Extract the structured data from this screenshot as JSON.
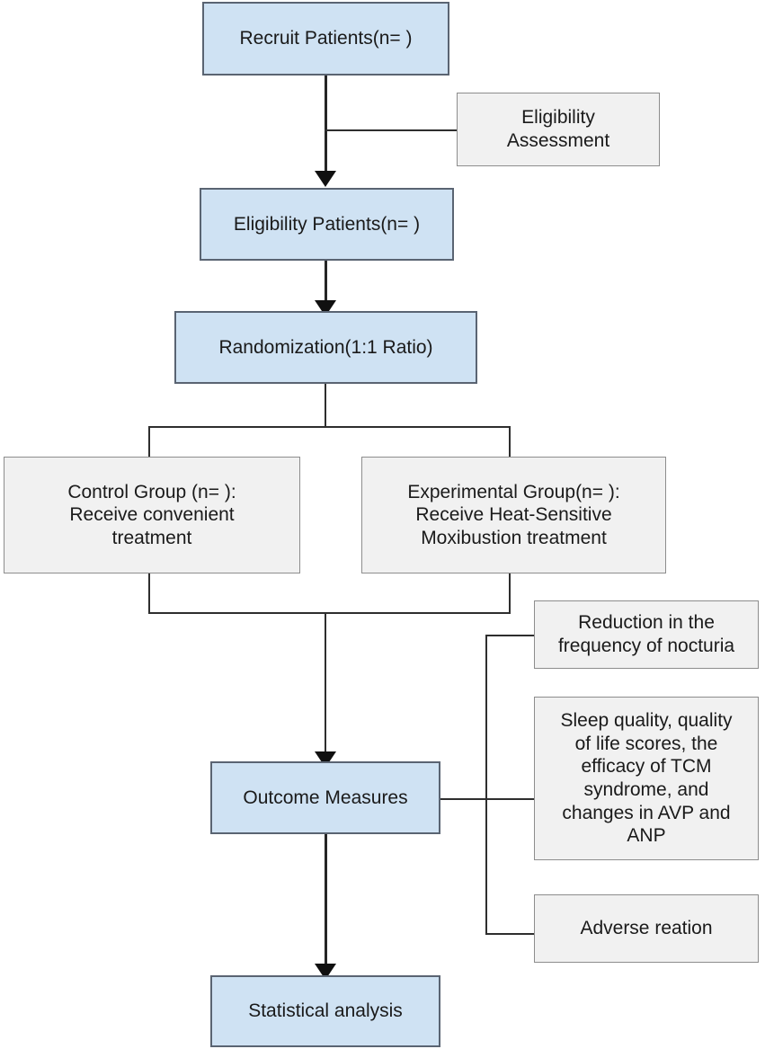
{
  "diagram": {
    "title": "Clinical trial flow diagram",
    "colors": {
      "node_fill_primary": "#cfe2f3",
      "node_fill_secondary": "#f1f1f1",
      "node_border_primary": "#5a6472",
      "node_border_secondary": "#8d8d8d",
      "connector": "#262626",
      "text": "#1a1a1a"
    },
    "nodes": {
      "recruit_patients": "Recruit Patients(n=  )",
      "eligibility_assessment": "Eligibility\nAssessment",
      "eligibility_patients": "Eligibility Patients(n=  )",
      "randomization": "Randomization(1:1 Ratio)",
      "control_group": "Control Group (n=  ):\nReceive convenient\ntreatment",
      "experimental_group": "Experimental Group(n=  ):\nReceive Heat-Sensitive\nMoxibustion treatment",
      "outcome_measures": "Outcome Measures",
      "outcome_nocturia": "Reduction in the\nfrequency of nocturia",
      "outcome_secondary": "Sleep quality, quality\nof life scores, the\nefficacy of TCM\nsyndrome, and\nchanges in  AVP and\nANP",
      "outcome_adverse": "Adverse reation",
      "statistical_analysis": "Statistical analysis"
    }
  }
}
